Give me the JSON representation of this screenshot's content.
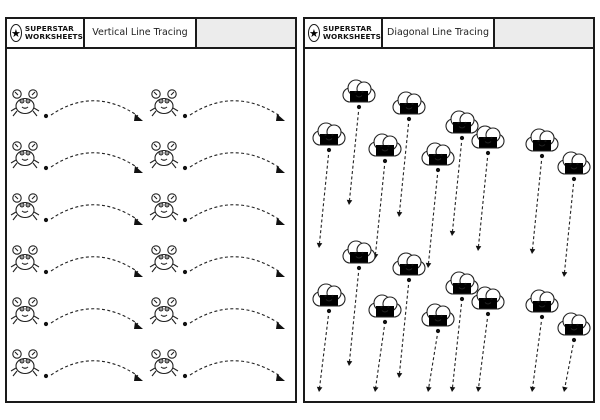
{
  "left_sheet": {
    "logo_icon": "star-icon",
    "logo_line1": "SUPERSTAR",
    "logo_line2": "WORKSHEETS",
    "title": "Vertical Line Tracing",
    "row_count": 6,
    "start_image": "crab-icon"
  },
  "right_sheet": {
    "logo_icon": "star-icon",
    "logo_line1": "SUPERSTAR",
    "logo_line2": "WORKSHEETS",
    "title": "Diagonal Line Tracing",
    "cloud_image": "smiling-cloud-icon"
  }
}
